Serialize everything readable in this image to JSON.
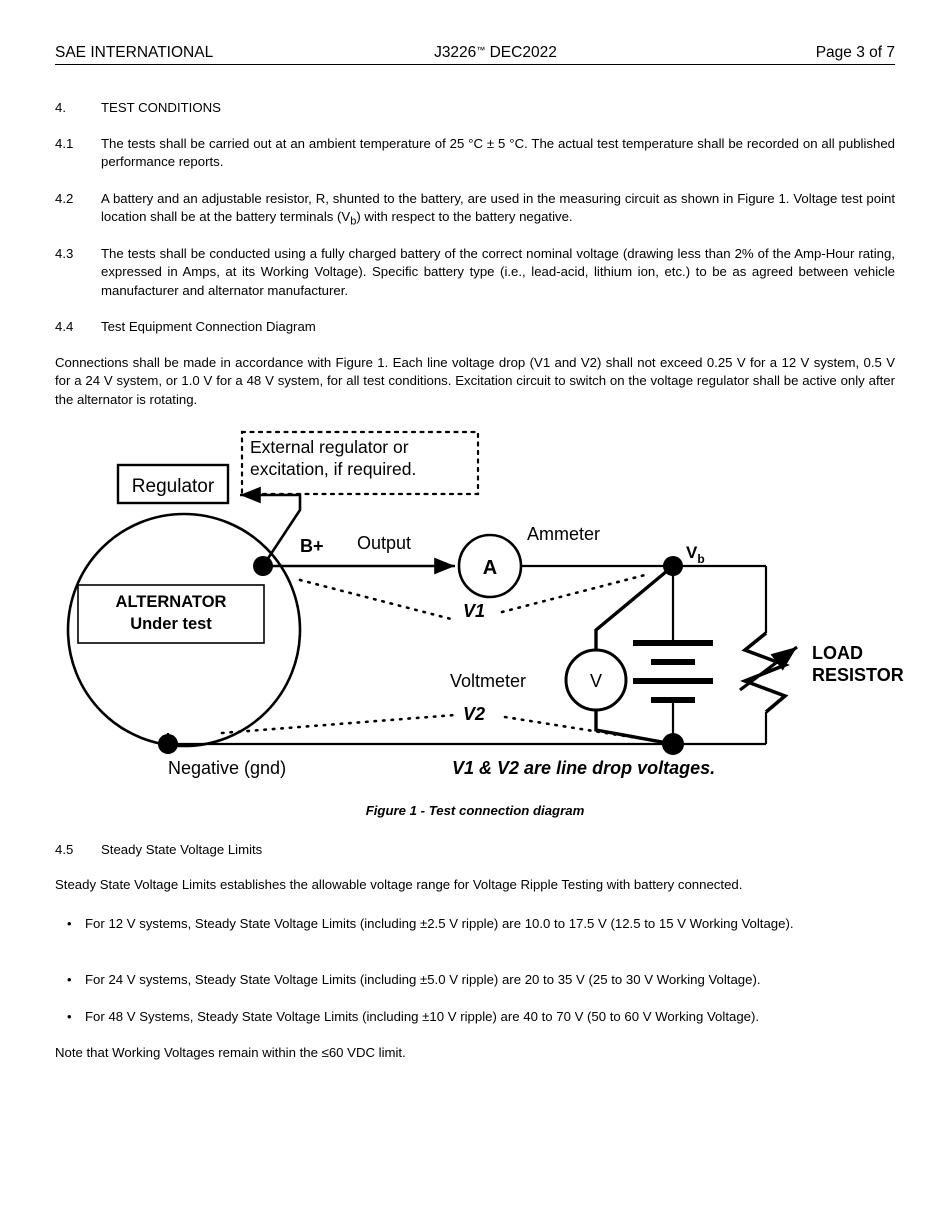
{
  "header": {
    "left": "SAE INTERNATIONAL",
    "middle_doc": "J3226",
    "middle_tm": "™",
    "middle_date": " DEC2022",
    "right": "Page 3 of 7"
  },
  "sections": {
    "s4_num": "4.",
    "s4_title": "TEST CONDITIONS",
    "s41_num": "4.1",
    "s41_text": "The tests shall be carried out at an ambient temperature of 25 °C ± 5 °C. The actual test temperature shall be recorded on all published performance reports.",
    "s42_num": "4.2",
    "s42_text_a": "A battery and an adjustable resistor, R, shunted to the battery, are used in the measuring circuit as shown in Figure 1. Voltage test point location shall be at the battery terminals (V",
    "s42_sub": "b",
    "s42_text_b": ") with respect to the battery negative.",
    "s43_num": "4.3",
    "s43_text": "The tests shall be conducted using a fully charged battery of the correct nominal voltage (drawing less than 2% of the Amp-Hour rating, expressed in Amps, at its Working Voltage). Specific battery type (i.e., lead-acid, lithium ion, etc.) to be as agreed between vehicle manufacturer and alternator manufacturer.",
    "s44_num": "4.4",
    "s44_title": "Test Equipment Connection Diagram",
    "s44_body": "Connections shall be made in accordance with Figure 1. Each line voltage drop (V1 and V2) shall not exceed 0.25 V for a 12 V system, 0.5 V for a 24 V system, or 1.0 V for a 48 V system, for all test conditions. Excitation circuit to switch on the voltage regulator shall be active only after the alternator is rotating.",
    "s45_num": "4.5",
    "s45_title": "Steady State Voltage Limits",
    "s45_body": "Steady State Voltage Limits establishes the allowable voltage range for Voltage Ripple Testing with battery connected.",
    "note": "Note that Working Voltages remain within the ≤60 VDC limit."
  },
  "bullets": [
    {
      "marker": "•",
      "text": "For 12 V systems, Steady State Voltage Limits (including ±2.5 V ripple) are 10.0 to 17.5 V (12.5 to 15 V Working Voltage)."
    },
    {
      "marker": "•",
      "text": "For 24 V systems, Steady State Voltage Limits (including ±5.0 V ripple) are 20 to 35 V (25 to 30 V Working Voltage)."
    },
    {
      "marker": "•",
      "text": "For 48 V Systems, Steady State Voltage Limits (including ±10 V ripple) are 40 to 70 V (50 to 60 V Working Voltage)."
    }
  ],
  "figure": {
    "caption": "Figure 1 - Test connection diagram",
    "labels": {
      "regulator": "Regulator",
      "callout_line1": "External regulator or",
      "callout_line2": "excitation, if required.",
      "alternator_line1": "ALTERNATOR",
      "alternator_line2": "Under test",
      "bplus": "B+",
      "output": "Output",
      "ammeter": "Ammeter",
      "ammeter_symbol": "A",
      "voltmeter": "Voltmeter",
      "voltmeter_symbol": "V",
      "vb_main": "V",
      "vb_sub": "b",
      "v1": "V1",
      "v2": "V2",
      "load_line1": "LOAD",
      "load_line2": "RESISTOR",
      "negative": "Negative (gnd)",
      "footnote": "V1 & V2 are line drop voltages."
    },
    "colors": {
      "line": "#000000",
      "background": "#ffffff"
    }
  }
}
